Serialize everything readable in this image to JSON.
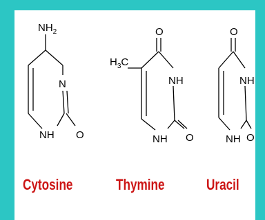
{
  "molecules": [
    {
      "name": "Cytosine",
      "atoms": {
        "amino": "NH",
        "amino_sub": "2",
        "ring_n": "N",
        "nh": "NH",
        "oxygen": "O"
      }
    },
    {
      "name": "Thymine",
      "atoms": {
        "methyl_h": "H",
        "methyl_sub": "3",
        "methyl_c": "C",
        "oxygen_top": "O",
        "nh_ring": "NH",
        "nh_bottom": "NH",
        "oxygen_bottom": "O"
      }
    },
    {
      "name": "Uracil",
      "atoms": {
        "oxygen_top": "O",
        "nh_ring": "NH",
        "nh_bottom": "NH",
        "oxygen_bottom": "O"
      }
    }
  ],
  "colors": {
    "border": "#2cc6c4",
    "label": "#cc1515"
  }
}
